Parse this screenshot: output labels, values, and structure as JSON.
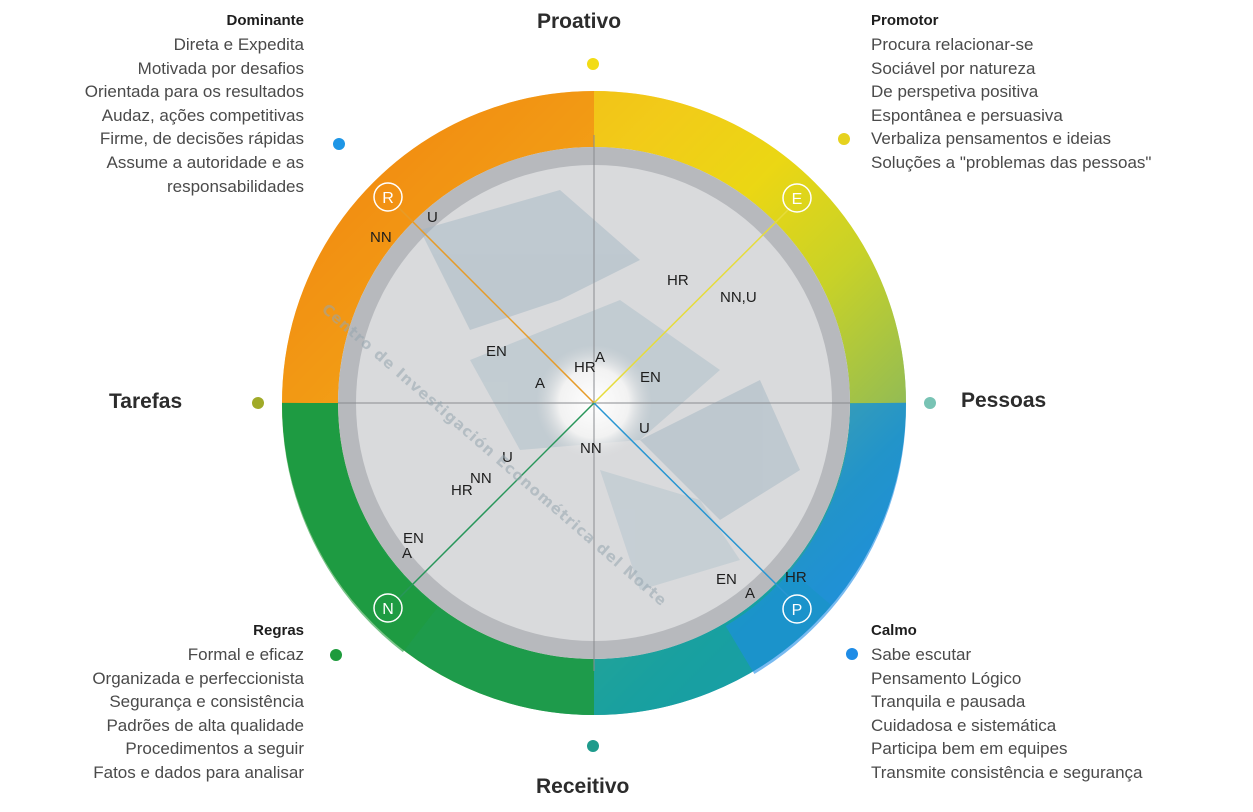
{
  "axes": {
    "top": "Proativo",
    "bottom": "Receitivo",
    "left": "Tarefas",
    "right": "Pessoas"
  },
  "quadrants": {
    "dominante": {
      "badge": "R",
      "title": "Dominante",
      "lines": [
        "Direta e Expedita",
        "Motivada por desafios",
        "Orientada para os resultados",
        "Audaz, ações competitivas",
        "Firme, de decisões rápidas",
        "Assume a autoridade e as",
        "responsabilidades"
      ]
    },
    "promotor": {
      "badge": "E",
      "title": "Promotor",
      "lines": [
        "Procura relacionar-se",
        "Sociável por natureza",
        "De perspetiva positiva",
        "Espontânea e persuasiva",
        "Verbaliza pensamentos e ideias",
        "Soluções a \"problemas das pessoas\""
      ]
    },
    "regras": {
      "badge": "N",
      "title": "Regras",
      "lines": [
        "Formal e eficaz",
        "Organizada e perfeccionista",
        "Segurança e consistência",
        "Padrões de alta qualidade",
        "Procedimentos a seguir",
        "Fatos e dados para analisar"
      ]
    },
    "calmo": {
      "badge": "P",
      "title": "Calmo",
      "lines": [
        "Sabe escutar",
        "Pensamento Lógico",
        "Tranquila e pausada",
        "Cuidadosa e sistemática",
        "Participa bem em equipes",
        "Transmite consistência e segurança"
      ]
    }
  },
  "markers": {
    "r_nn": "NN",
    "r_u": "U",
    "r_en": "EN",
    "r_a": "A",
    "e_hr": "HR",
    "e_nnu": "NN,U",
    "e_en": "EN",
    "c_hr": "HR",
    "c_a": "A",
    "n_nn": "NN",
    "n_u": "U",
    "n_hr": "HR",
    "n_en": "EN",
    "n_a": "A",
    "p_u": "U",
    "p_en": "EN",
    "p_a": "A",
    "p_hr": "HR",
    "center_nn": "NN"
  },
  "watermark": "Centro de Investigación Econométrica del Norte",
  "colors": {
    "dominante_dot": "#1e96e6",
    "promotor_dot": "#e6d21e",
    "regras_dot": "#1e9b3c",
    "calmo_dot": "#1e8ce6",
    "proativo_dot": "#f2dc14",
    "receitivo_dot": "#1e9b8c",
    "tarefas_dot": "#a0aa28",
    "pessoas_dot": "#78c3b4",
    "line_r": "#e69b28",
    "line_e": "#e6dc3c",
    "line_n": "#28965a",
    "line_p": "#2896d2"
  }
}
